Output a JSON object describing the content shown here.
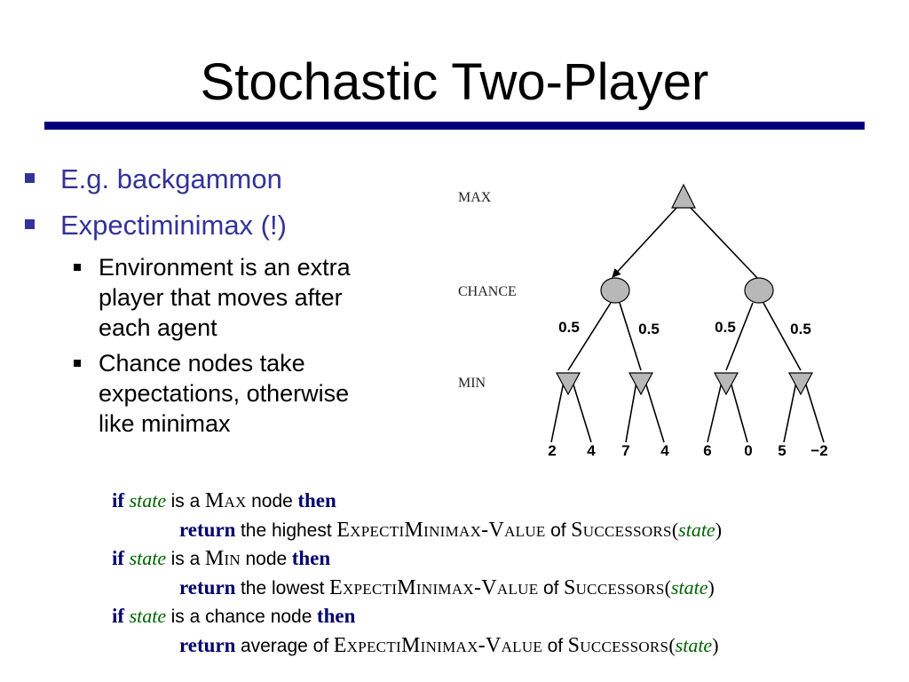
{
  "slide": {
    "title": "Stochastic Two-Player",
    "bullets": [
      {
        "text": "E.g. backgammon"
      },
      {
        "text": "Expectiminimax (!)"
      }
    ],
    "sub_bullets": [
      {
        "lines": [
          "Environment is an extra",
          "player that moves after",
          "each agent"
        ]
      },
      {
        "lines": [
          "Chance nodes take",
          "expectations, otherwise",
          "like minimax"
        ]
      }
    ]
  },
  "tree": {
    "labels": {
      "max": "MAX",
      "chance": "CHANCE",
      "min": "MIN"
    },
    "probabilities": [
      "0.5",
      "0.5",
      "0.5",
      "0.5"
    ],
    "leaves": [
      "2",
      "4",
      "7",
      "4",
      "6",
      "0",
      "5",
      "−2"
    ],
    "colors": {
      "node_fill": "#b8b8b8",
      "stroke": "#000000"
    }
  },
  "code": {
    "if": "if",
    "then": "then",
    "return": "return",
    "state": "state",
    "is_a": "is a",
    "node": "node",
    "max": "Max",
    "min": "Min",
    "chance_node": "is a chance node",
    "the_highest": "the highest",
    "the_lowest": "the lowest",
    "average_of": "average of",
    "value_fn": "ExpectiMinimax-Value",
    "of": "of",
    "successors": "Successors",
    "paren_open": "(",
    "paren_close": ")"
  },
  "colors": {
    "title_rule": "#00007a",
    "bullet_text": "#333399",
    "keyword": "#00006e",
    "variable": "#006400"
  }
}
